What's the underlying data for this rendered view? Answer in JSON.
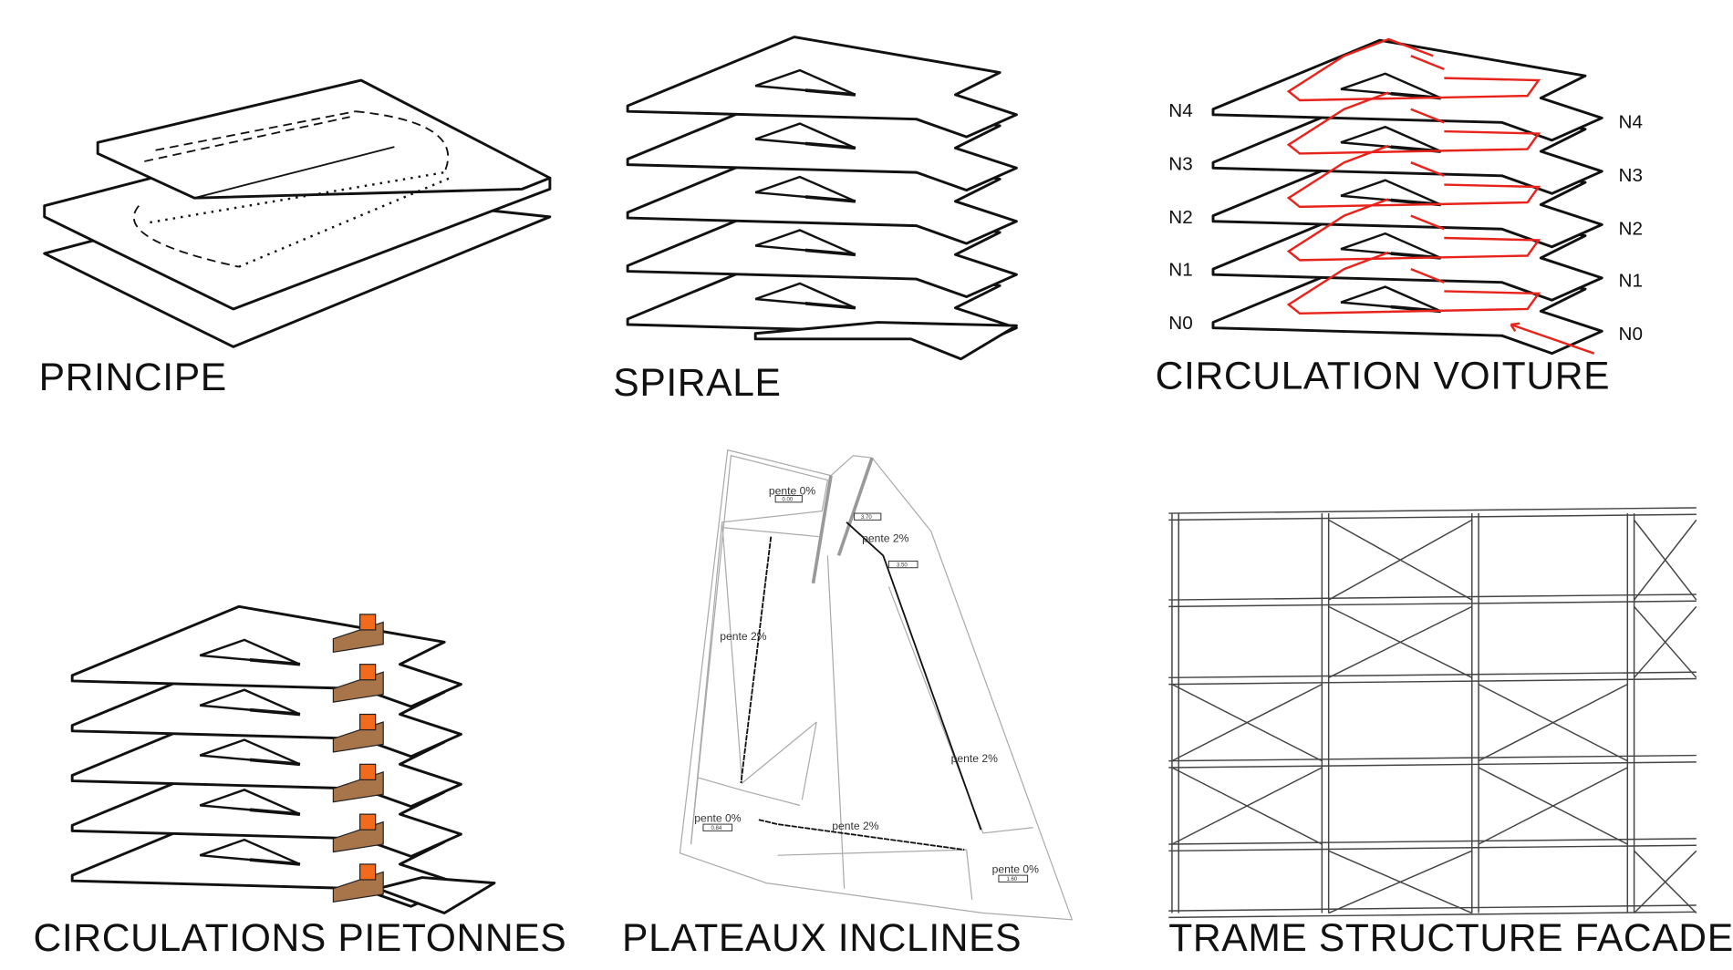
{
  "panels": {
    "principe": {
      "title": "PRINCIPE"
    },
    "spirale": {
      "title": "SPIRALE"
    },
    "voiture": {
      "title": "CIRCULATION VOITURE",
      "left_levels": [
        "N4",
        "N3",
        "N2",
        "N1",
        "N0"
      ],
      "right_levels": [
        "N4",
        "N3",
        "N2",
        "N1",
        "N0"
      ],
      "path_color": "#e8231b"
    },
    "pietonnes": {
      "title": "CIRCULATIONS PIETONNES",
      "stair_color": "#a8744a",
      "accent_color": "#f26a1b"
    },
    "plateaux": {
      "title": "PLATEAUX INCLINES",
      "labels": [
        "pente 0%",
        "pente 2%",
        "pente 2%",
        "pente 2%",
        "pente 0%",
        "pente 2%",
        "pente 0%"
      ],
      "values": [
        "0.00",
        "3.70",
        "3.50",
        "0.84",
        "1.60"
      ]
    },
    "trame": {
      "title": "TRAME STRUCTURE FACADE"
    }
  }
}
